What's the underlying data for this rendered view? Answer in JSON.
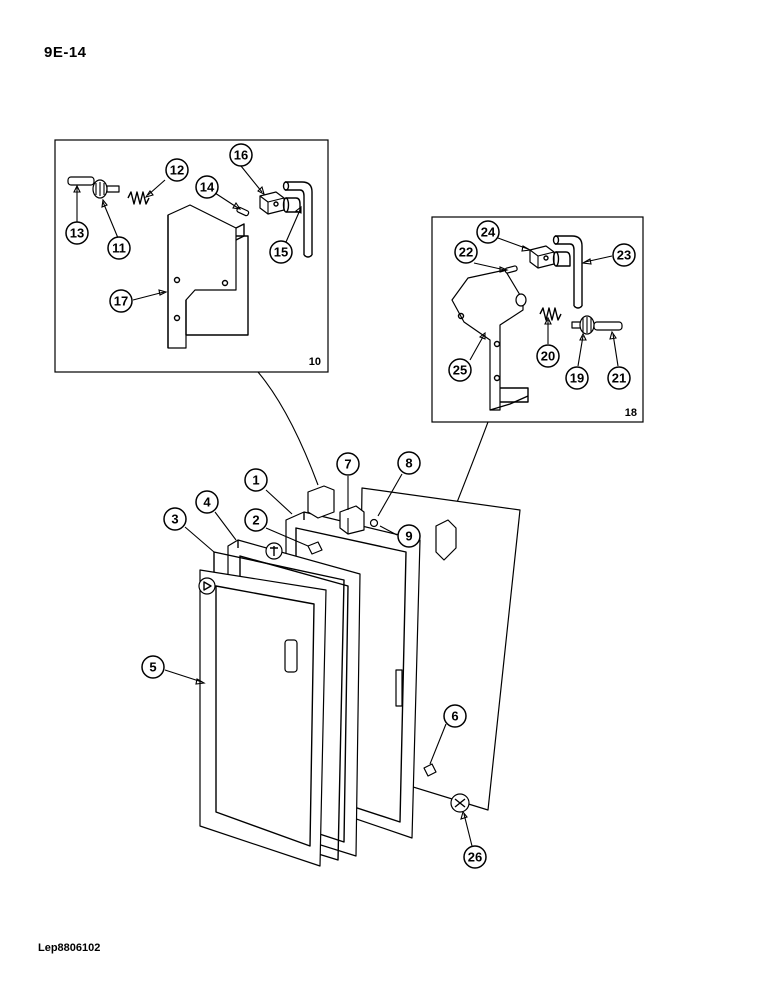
{
  "page_number": "9E-14",
  "figure_code": "Lep8806102",
  "detail_labels": {
    "left_panel_ref": "10",
    "right_panel_ref": "18"
  },
  "callouts": {
    "c1": "1",
    "c2": "2",
    "c3": "3",
    "c4": "4",
    "c5": "5",
    "c6": "6",
    "c7": "7",
    "c8": "8",
    "c9": "9",
    "c11": "11",
    "c12": "12",
    "c13": "13",
    "c14": "14",
    "c15": "15",
    "c16": "16",
    "c17": "17",
    "c19": "19",
    "c20": "20",
    "c21": "21",
    "c22": "22",
    "c23": "23",
    "c24": "24",
    "c25": "25",
    "c26": "26"
  }
}
